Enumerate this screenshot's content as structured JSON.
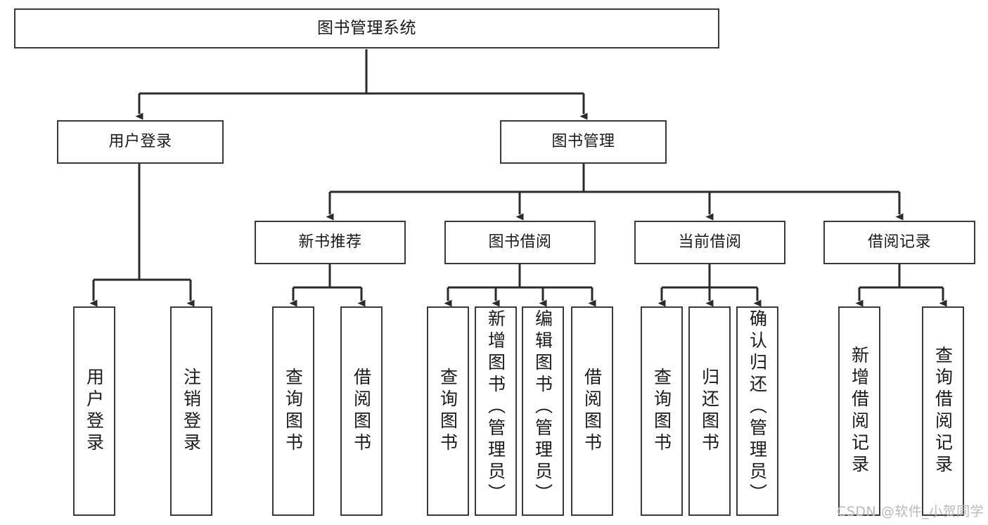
{
  "diagram": {
    "type": "tree",
    "title": "图书管理系统",
    "style": {
      "box_border_color": "#3a3a3a",
      "box_fill": "#ffffff",
      "edge_color": "#2b2b2b",
      "text_color": "#1a1a1a",
      "background": "#ffffff",
      "watermark_color": "#b9b9b9"
    },
    "root": {
      "id": "root",
      "label": "图书管理系统",
      "level": 0
    },
    "level1": [
      {
        "id": "user-login",
        "label": "用户登录"
      },
      {
        "id": "book-manage",
        "label": "图书管理"
      }
    ],
    "level2": [
      {
        "id": "new-book-rec",
        "label": "新书推荐",
        "parent": "book-manage"
      },
      {
        "id": "book-borrow",
        "label": "图书借阅",
        "parent": "book-manage"
      },
      {
        "id": "current-borrow",
        "label": "当前借阅",
        "parent": "book-manage"
      },
      {
        "id": "borrow-record",
        "label": "借阅记录",
        "parent": "book-manage"
      }
    ],
    "leaves": [
      {
        "id": "leaf-user-login",
        "label": "用户登录",
        "parent": "user-login"
      },
      {
        "id": "leaf-user-logout",
        "label": "注销登录",
        "parent": "user-login"
      },
      {
        "id": "leaf-query-book-rec",
        "label": "查询图书",
        "parent": "new-book-rec"
      },
      {
        "id": "leaf-borrow-book-rec",
        "label": "借阅图书",
        "parent": "new-book-rec"
      },
      {
        "id": "leaf-query-book-bb",
        "label": "查询图书",
        "parent": "book-borrow"
      },
      {
        "id": "leaf-add-book",
        "label": "新增图书（管理员）",
        "parent": "book-borrow"
      },
      {
        "id": "leaf-edit-book",
        "label": "编辑图书（管理员）",
        "parent": "book-borrow"
      },
      {
        "id": "leaf-borrow-book-bb",
        "label": "借阅图书",
        "parent": "book-borrow"
      },
      {
        "id": "leaf-query-book-cb",
        "label": "查询图书",
        "parent": "current-borrow"
      },
      {
        "id": "leaf-return-book",
        "label": "归还图书",
        "parent": "current-borrow"
      },
      {
        "id": "leaf-confirm-return",
        "label": "确认归还（管理员）",
        "parent": "current-borrow"
      },
      {
        "id": "leaf-add-record",
        "label": "新增借阅记录",
        "parent": "borrow-record"
      },
      {
        "id": "leaf-query-record",
        "label": "查询借阅记录",
        "parent": "borrow-record"
      }
    ]
  },
  "watermark": {
    "text": "CSDN @软件_小贺同学"
  }
}
